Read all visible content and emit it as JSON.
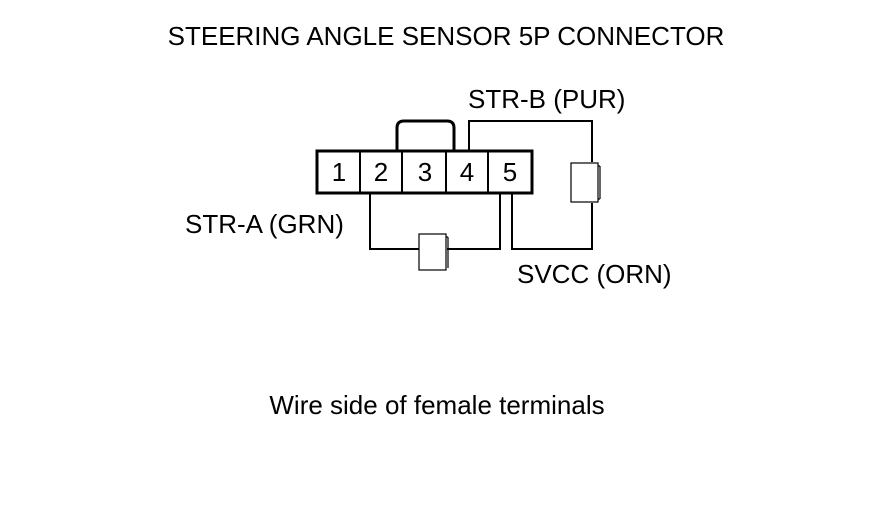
{
  "title": "STEERING ANGLE SENSOR 5P CONNECTOR",
  "connector": {
    "pins": [
      "1",
      "2",
      "3",
      "4",
      "5"
    ]
  },
  "wires": {
    "str_b": "STR-B (PUR)",
    "str_a": "STR-A (GRN)",
    "svcc": "SVCC (ORN)"
  },
  "caption": "Wire side of female terminals"
}
